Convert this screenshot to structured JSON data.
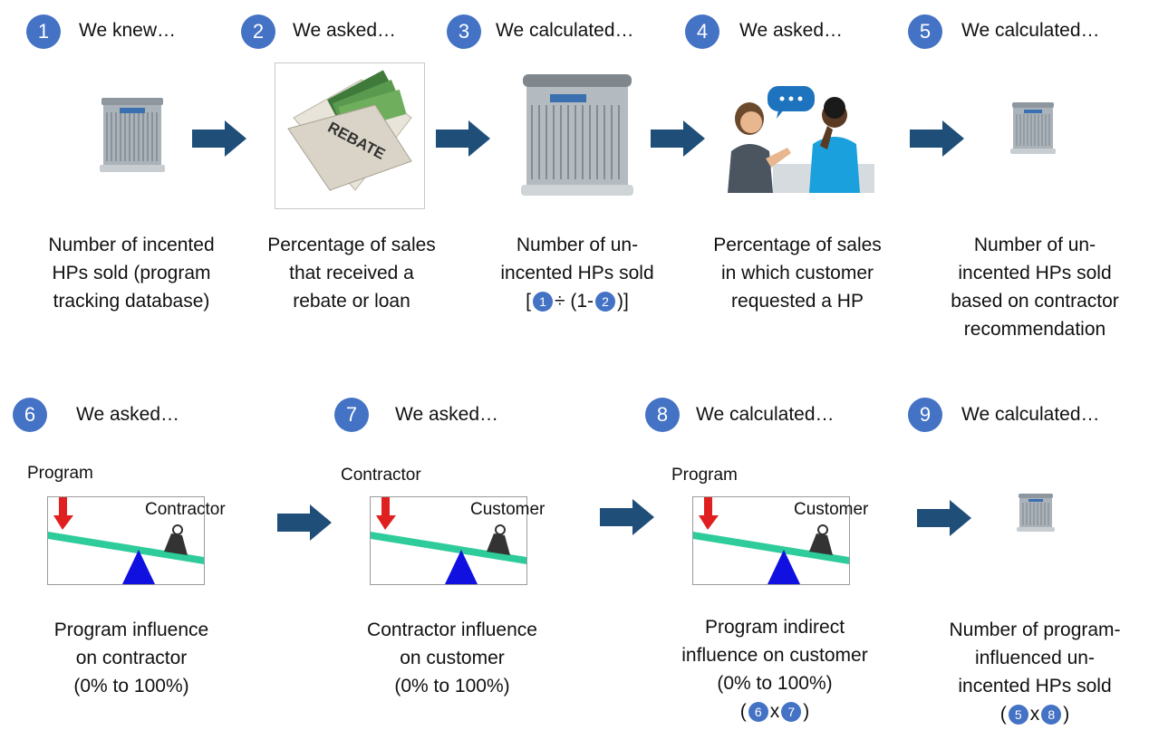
{
  "steps_row1": [
    {
      "num": "1",
      "heading": "We knew…",
      "lines": [
        "Number of incented",
        "HPs sold (program",
        "tracking database)"
      ]
    },
    {
      "num": "2",
      "heading": "We asked…",
      "lines": [
        "Percentage of sales",
        "that received a",
        "rebate or loan"
      ]
    },
    {
      "num": "3",
      "heading": "We calculated…",
      "lines": [
        "Number of un-",
        "incented HPs sold"
      ],
      "formula": {
        "open": "[",
        "op": "÷ (1-",
        "close": ")]",
        "ref1": "1",
        "ref2": "2"
      }
    },
    {
      "num": "4",
      "heading": "We asked…",
      "lines": [
        "Percentage of sales",
        "in which customer",
        "requested a HP"
      ]
    },
    {
      "num": "5",
      "heading": "We calculated…",
      "lines": [
        "Number of un-",
        "incented HPs sold",
        "based on contractor",
        "recommendation"
      ]
    }
  ],
  "steps_row2": [
    {
      "num": "6",
      "heading": "We asked…",
      "left_label": "Program",
      "right_label": "Contractor",
      "lines": [
        "Program influence",
        "on contractor",
        "(0% to 100%)"
      ]
    },
    {
      "num": "7",
      "heading": "We asked…",
      "left_label": "Contractor",
      "right_label": "Customer",
      "lines": [
        "Contractor influence",
        "on customer",
        "(0% to 100%)"
      ]
    },
    {
      "num": "8",
      "heading": "We calculated…",
      "left_label": "Program",
      "right_label": "Customer",
      "lines": [
        "Program indirect",
        "influence on customer",
        "(0% to 100%)"
      ],
      "formula": {
        "open": "(",
        "op": "x",
        "close": ")",
        "ref1": "6",
        "ref2": "7"
      }
    },
    {
      "num": "9",
      "heading": "We calculated…",
      "lines": [
        "Number of program-",
        "influenced un-",
        "incented HPs sold"
      ],
      "formula": {
        "open": "(",
        "op": "x",
        "close": ")",
        "ref1": "5",
        "ref2": "8"
      }
    }
  ],
  "rebate_text": "REBATE",
  "colors": {
    "badge": "#4472c4",
    "arrow": "#1f4e79",
    "beam": "#2ecc9a",
    "fulcrum": "#1010e0",
    "force": "#e02020"
  }
}
